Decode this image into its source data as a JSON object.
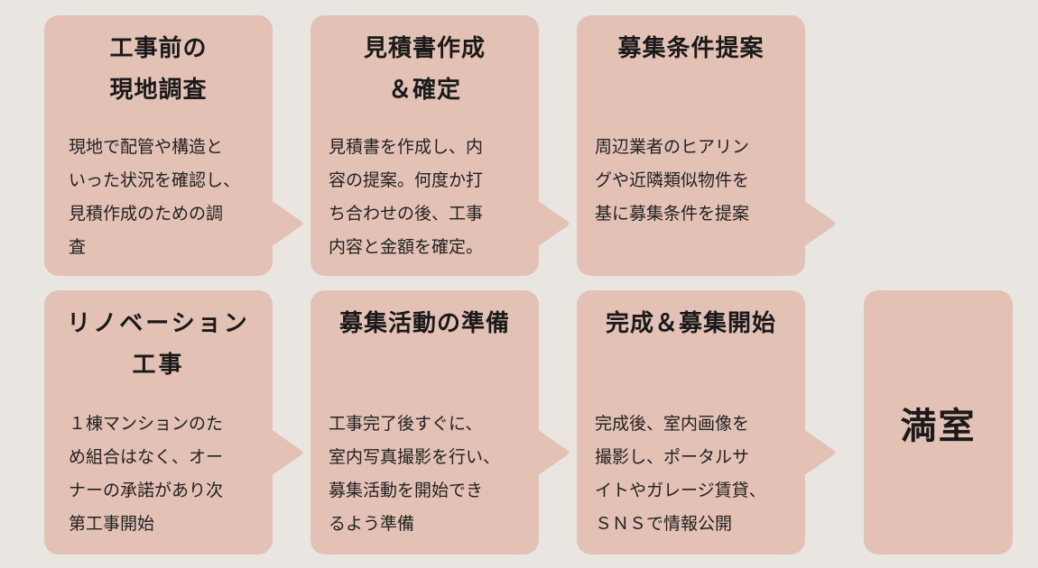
{
  "diagram": {
    "type": "process-flow",
    "colors": {
      "background": "#e9e6e2",
      "card": "#e3c1b5",
      "text": "#1a1a1a"
    },
    "steps": [
      {
        "title": "工事前の\n現地調査",
        "body": "現地で配管や構造と\nいった状況を確認し、\n見積作成のための調\n査"
      },
      {
        "title": "見積書作成\n＆確定",
        "body": "見積書を作成し、内\n容の提案。何度か打\nち合わせの後、工事\n内容と金額を確定。"
      },
      {
        "title": "募集条件提案",
        "body": "周辺業者のヒアリン\nグや近隣類似物件を\n基に募集条件を提案"
      },
      {
        "title": "リノベーション\n工事",
        "body": "１棟マンションのた\nめ組合はなく、オー\nナーの承諾があり次\n第工事開始"
      },
      {
        "title": "募集活動の準備",
        "body": "工事完了後すぐに、\n室内写真撮影を行い、\n募集活動を開始でき\nるよう準備"
      },
      {
        "title": "完成＆募集開始",
        "body": "完成後、室内画像を\n撮影し、ポータルサ\nイトやガレージ賃貸、\nＳＮＳで情報公開"
      }
    ],
    "final": {
      "label": "満室"
    }
  }
}
